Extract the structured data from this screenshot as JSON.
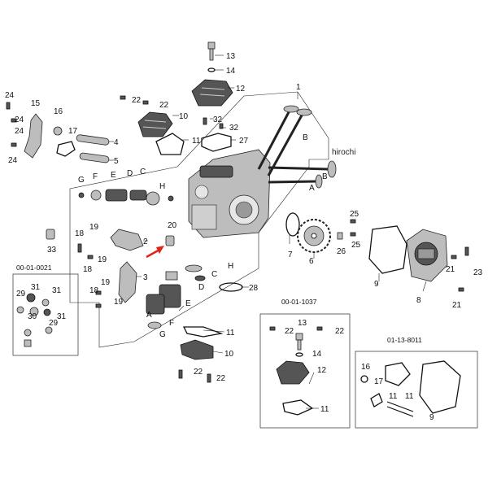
{
  "watermark": "hirochi",
  "kits": {
    "left": "00-01-0021",
    "bottom": "00-01-1037",
    "right": "01-13-8011"
  },
  "labels": {
    "n1": "1",
    "n2": "2",
    "n3": "3",
    "n4": "4",
    "n5": "5",
    "n6": "6",
    "n7": "7",
    "n8": "8",
    "n9a": "9",
    "n9b": "9",
    "n10a": "10",
    "n10b": "10",
    "n11a": "11",
    "n11b": "11",
    "n11c": "11",
    "n11d": "11",
    "n11e": "11",
    "n12a": "12",
    "n12b": "12",
    "n13": "13",
    "n14a": "14",
    "n14b": "14",
    "n15": "15",
    "n16a": "16",
    "n16b": "16",
    "n17a": "17",
    "n17b": "17",
    "n18a": "18",
    "n18b": "18",
    "n18c": "18",
    "n19a": "19",
    "n19b": "19",
    "n19c": "19",
    "n19d": "19",
    "n20": "20",
    "n21a": "21",
    "n21b": "21",
    "n22a": "22",
    "n22b": "22",
    "n22c": "22",
    "n22d": "22",
    "n22e": "22",
    "n22f": "22",
    "n23": "23",
    "n24a": "24",
    "n24b": "24",
    "n24c": "24",
    "n24d": "24",
    "n25a": "25",
    "n25b": "25",
    "n26": "26",
    "n27": "27",
    "n28": "28",
    "n29a": "29",
    "n29b": "29",
    "n30": "30",
    "n31a": "31",
    "n31b": "31",
    "n31c": "31",
    "n32a": "32",
    "n32b": "32",
    "n33": "33",
    "lA1": "A",
    "lA2": "A",
    "lB1": "B",
    "lB2": "B",
    "lC1": "C",
    "lC2": "C",
    "lD1": "D",
    "lD2": "D",
    "lE1": "E",
    "lE2": "E",
    "lF1": "F",
    "lF2": "F",
    "lG1": "G",
    "lG2": "G",
    "lH1": "H",
    "lH2": "H"
  },
  "pointer_arrow_color": "#e2231a"
}
